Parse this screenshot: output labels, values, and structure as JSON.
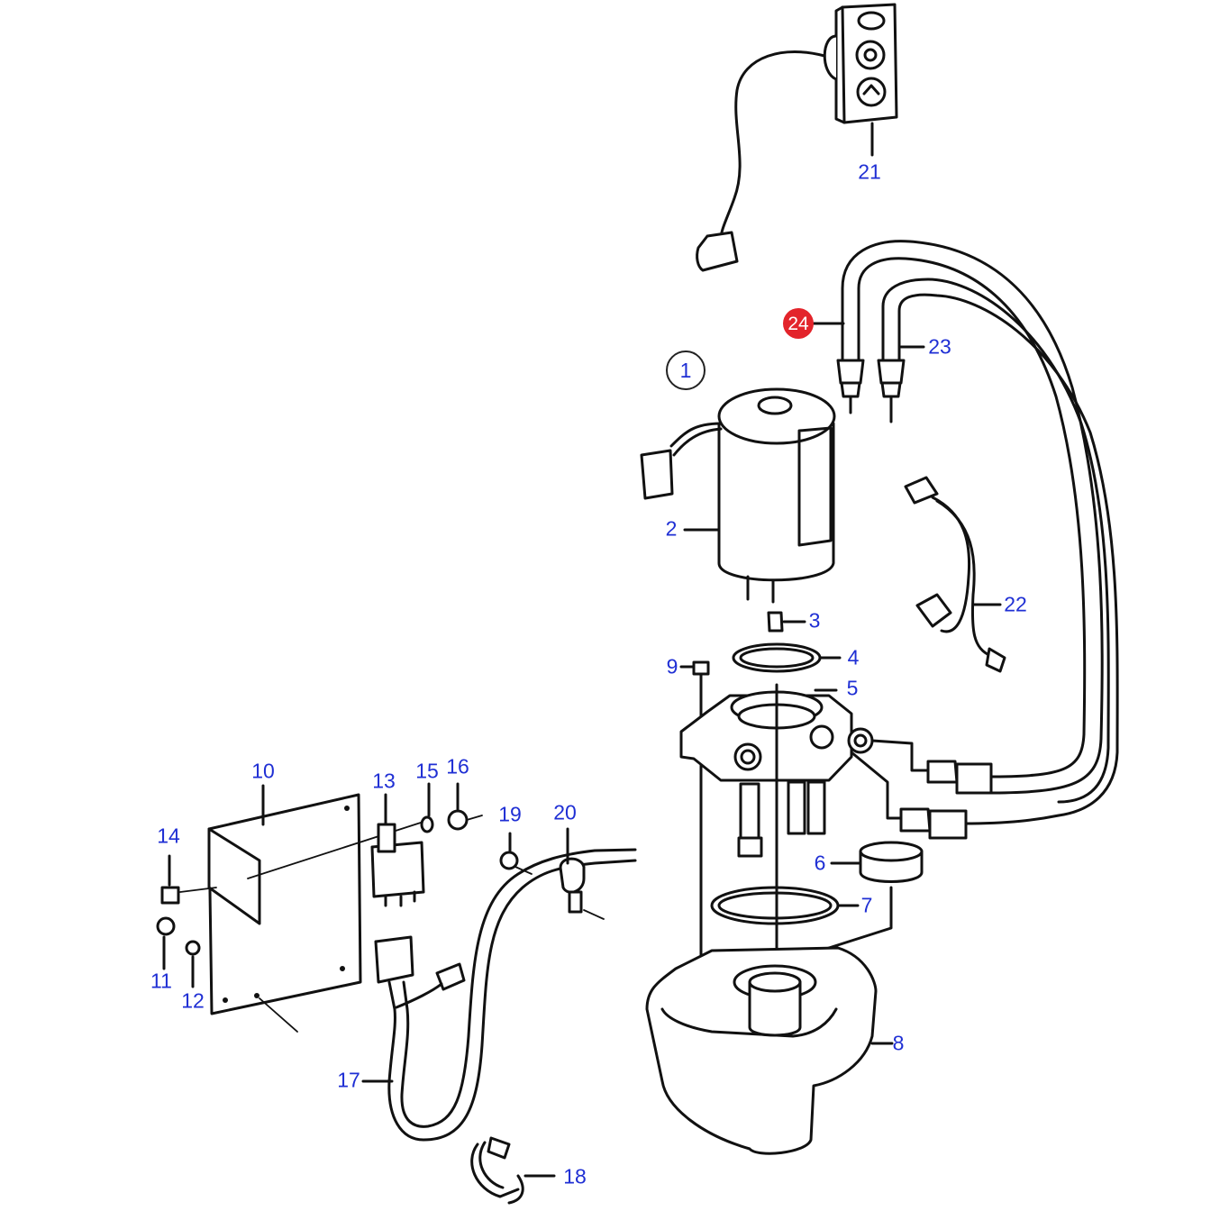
{
  "callouts": {
    "c1": "1",
    "c2": "2",
    "c3": "3",
    "c4": "4",
    "c5": "5",
    "c6": "6",
    "c7": "7",
    "c8": "8",
    "c9": "9",
    "c10": "10",
    "c11": "11",
    "c12": "12",
    "c13": "13",
    "c14": "14",
    "c15": "15",
    "c16": "16",
    "c17": "17",
    "c18": "18",
    "c19": "19",
    "c20": "20",
    "c21": "21",
    "c22": "22",
    "c23": "23",
    "c24": "24"
  },
  "colors": {
    "callout": "#1f2fd4",
    "highlight": "#e3242b",
    "line": "#111111"
  }
}
